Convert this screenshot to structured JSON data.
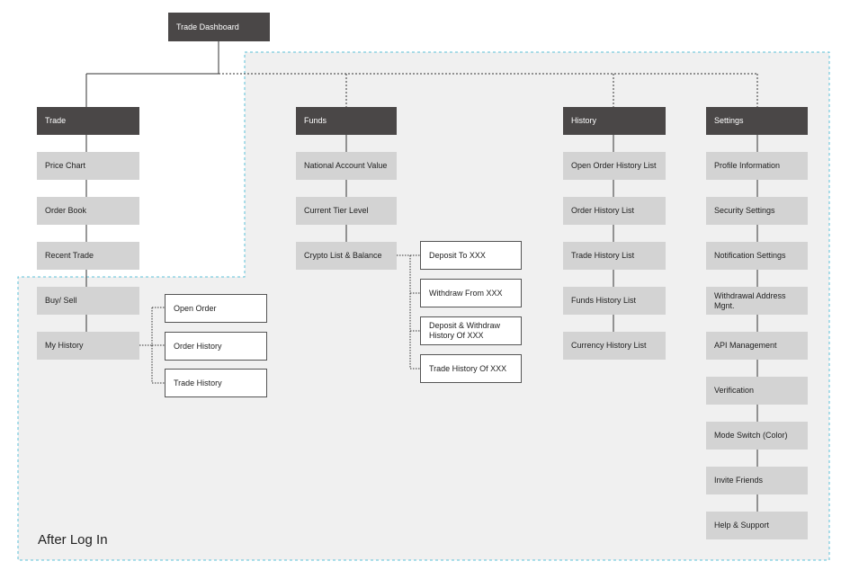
{
  "root": {
    "label": "Trade Dashboard"
  },
  "columns": [
    {
      "header": "Trade",
      "items": [
        "Price Chart",
        "Order Book",
        "Recent Trade",
        "Buy/ Sell",
        "My History"
      ]
    },
    {
      "header": "Funds",
      "items": [
        "National Account Value",
        "Current Tier Level",
        "Crypto List & Balance"
      ]
    },
    {
      "header": "History",
      "items": [
        "Open Order History List",
        "Order History List",
        "Trade History List",
        "Funds History List",
        "Currency History List"
      ]
    },
    {
      "header": "Settings",
      "items": [
        "Profile Information",
        "Security Settings",
        "Notification Settings",
        "Withdrawal Address Mgnt.",
        "API Management",
        "Verification",
        "Mode Switch (Color)",
        "Invite Friends",
        "Help & Support"
      ]
    }
  ],
  "my_history_children": [
    "Open Order",
    "Order History",
    "Trade History"
  ],
  "crypto_children": [
    "Deposit To XXX",
    "Withdraw From XXX",
    "Deposit & Withdraw History Of XXX",
    "Trade History Of XXX"
  ],
  "region_label": "After Log In",
  "colors": {
    "header_bg": "#4a4747",
    "item_bg": "#d3d3d3",
    "region_bg": "#f0f0f0",
    "region_border": "#5bc0d8"
  }
}
